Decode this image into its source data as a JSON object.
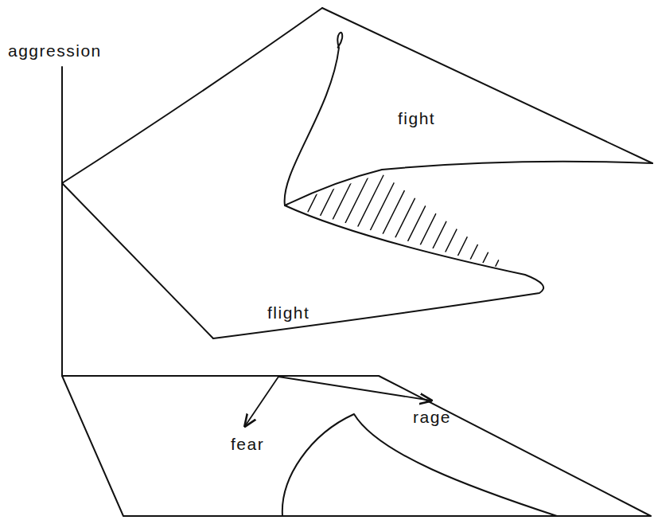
{
  "diagram": {
    "labels": [
      "aggression",
      "fight",
      "flight",
      "fear",
      "rage"
    ]
  }
}
